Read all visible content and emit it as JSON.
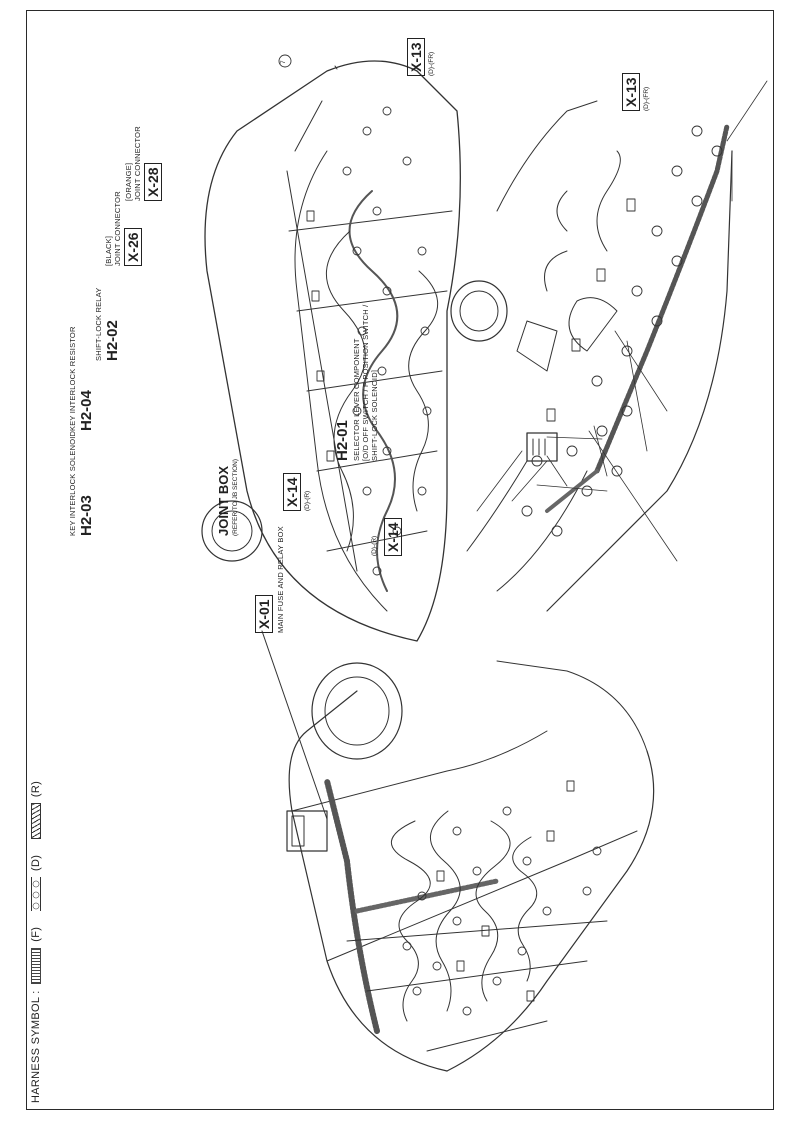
{
  "header": {
    "title": "HARNESS SYMBOL :",
    "sym_f": "(F)",
    "sym_d": "(D)",
    "sym_r": "(R)"
  },
  "labels": {
    "h2_03_desc": "KEY INTERLOCK SOLENOID",
    "h2_03": "H2-03",
    "h2_04_desc": "KEY INTERLOCK RESISTOR",
    "h2_04": "H2-04",
    "h2_02_desc": "SHIFT-LOCK RELAY",
    "h2_02": "H2-02",
    "x26_desc_1": "[BLACK]",
    "x26_desc_2": "JOINT CONNECTOR",
    "x26": "X-26",
    "x28_desc_1": "[ORANGE]",
    "x28_desc_2": "JOINT CONNECTOR",
    "x28": "X-28",
    "callout_7": "7",
    "x13_top": "X-13",
    "x13_top_sub": "(D)-(FR)",
    "h2_01": "H2-01",
    "h2_01_desc_1": "SELECTOR LEVER COMPONENT",
    "h2_01_desc_2": "[O/D OFF SWITCH / P POSITION SWITCH /",
    "h2_01_desc_3": "SHIFT-LOCK SOLENOID]",
    "x14_top": "X-14",
    "x14_top_sub": "(D)-(R)",
    "joint_box": "JOINT BOX",
    "joint_box_sub": "(REFER TO JB SECTION)",
    "x01": "X-01",
    "x01_desc": "MAIN FUSE AND RELAY BOX",
    "x14_car": "X-14",
    "x14_car_sub": "(D)-(R)",
    "x13_car": "X-13",
    "x13_car_sub": "(D)-(FR)"
  }
}
